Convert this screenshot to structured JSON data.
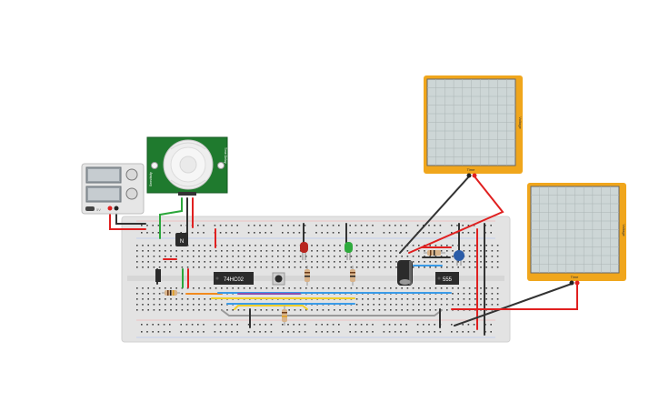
{
  "components": {
    "ic_logic": {
      "label": "74HC02"
    },
    "ic_timer": {
      "label": "555"
    },
    "transistor": {
      "label": "N"
    },
    "oscilloscope_1": {
      "time_label": "Time",
      "axis_label": "Voltage"
    },
    "oscilloscope_2": {
      "time_label": "Time",
      "axis_label": "Voltage"
    },
    "power_supply": {
      "terminal_label": "5V"
    },
    "pir_sensor": {
      "side_left": "Sensitivity",
      "side_right": "Time Delay"
    }
  },
  "colors": {
    "breadboard": "#e3e3e3",
    "scope_frame": "#f0a61c",
    "scope_screen": "#cdd6d6",
    "pir_board": "#1f7a2e",
    "wire_red": "#e02020",
    "wire_black": "#333333",
    "wire_green": "#2aa63a",
    "wire_blue": "#3a9be8",
    "wire_yellow": "#f2cf2a",
    "wire_orange": "#f28a1e",
    "wire_purple": "#8a4fb0",
    "wire_gray": "#9a9a9a",
    "led_red": "#b8261f",
    "led_green": "#2faa3c"
  }
}
